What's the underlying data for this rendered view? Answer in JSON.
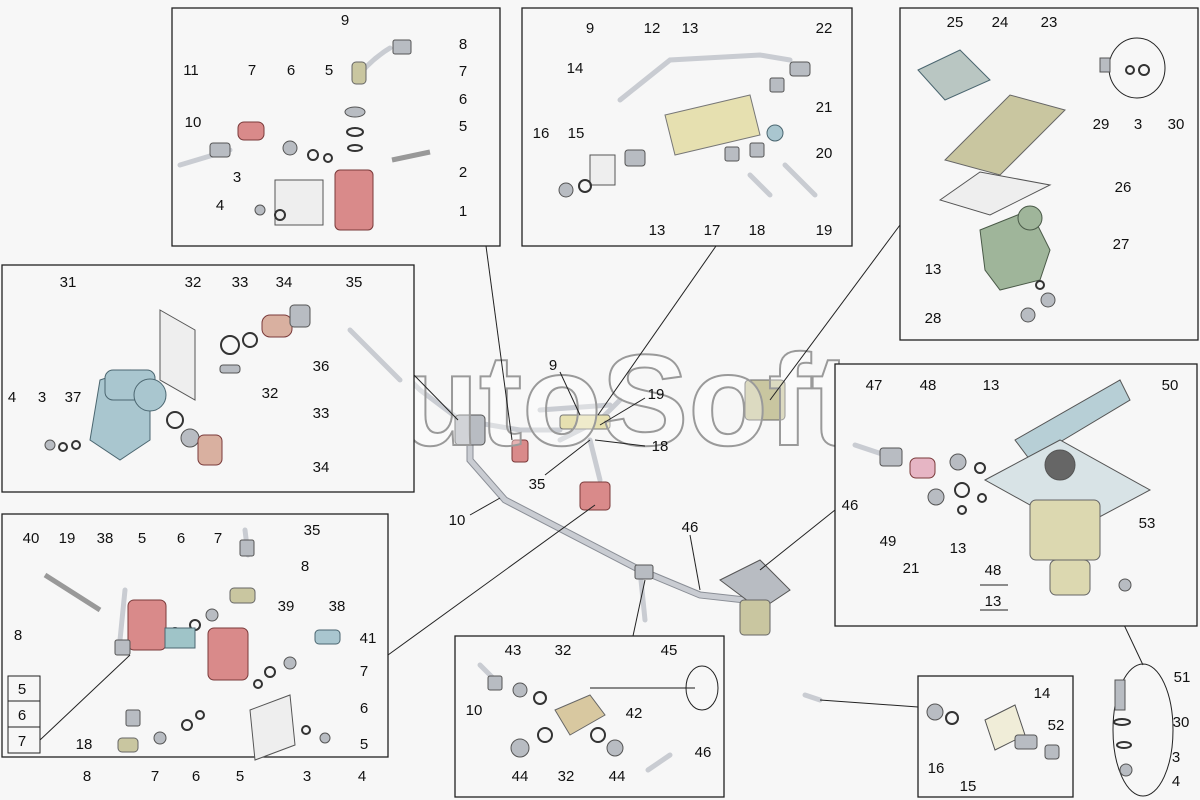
{
  "watermark": "AutoSoft",
  "panels": {
    "a": {
      "labels": [
        "9",
        "8",
        "11",
        "7",
        "6",
        "5",
        "7",
        "6",
        "10",
        "5",
        "2",
        "3",
        "1",
        "4"
      ]
    },
    "b": {
      "labels": [
        "9",
        "12",
        "13",
        "22",
        "14",
        "21",
        "16",
        "15",
        "20",
        "13",
        "17",
        "18",
        "19"
      ]
    },
    "c": {
      "labels": [
        "25",
        "24",
        "23",
        "29",
        "3",
        "30",
        "26",
        "27",
        "13",
        "28"
      ]
    },
    "d": {
      "labels": [
        "31",
        "32",
        "33",
        "34",
        "35",
        "36",
        "4",
        "3",
        "37",
        "32",
        "33",
        "34"
      ]
    },
    "e": {
      "labels": [
        "47",
        "48",
        "13",
        "50",
        "46",
        "49",
        "21",
        "13",
        "53",
        "48",
        "13"
      ]
    },
    "f": {
      "labels": [
        "40",
        "19",
        "38",
        "5",
        "6",
        "7",
        "35",
        "8",
        "39",
        "38",
        "41",
        "8",
        "7",
        "6",
        "5",
        "18",
        "8",
        "7",
        "6",
        "5",
        "3",
        "4",
        "5",
        "6",
        "7"
      ]
    },
    "g": {
      "labels": [
        "43",
        "32",
        "45",
        "10",
        "42",
        "46",
        "44",
        "32",
        "44"
      ]
    },
    "h": {
      "labels": [
        "14",
        "52",
        "16",
        "15"
      ]
    },
    "oval": {
      "labels": [
        "51",
        "30",
        "3",
        "4"
      ]
    },
    "center": {
      "labels": [
        "9",
        "19",
        "18",
        "35",
        "10",
        "46"
      ]
    }
  }
}
